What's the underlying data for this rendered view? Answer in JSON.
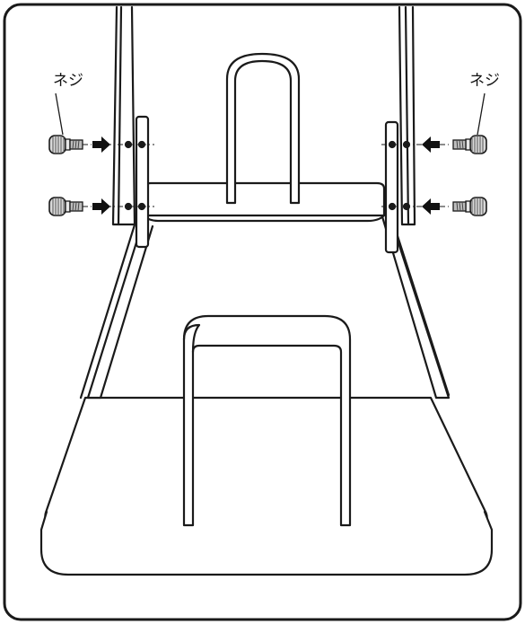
{
  "labels": {
    "screw_left": "ネジ",
    "screw_right": "ネジ"
  },
  "colors": {
    "line": "#1a1a1a",
    "fill": "#ffffff",
    "screw_fill": "#d9d9d9",
    "screw_dark": "#6a6a6a",
    "arrow": "#111111"
  },
  "screw_count": 4
}
